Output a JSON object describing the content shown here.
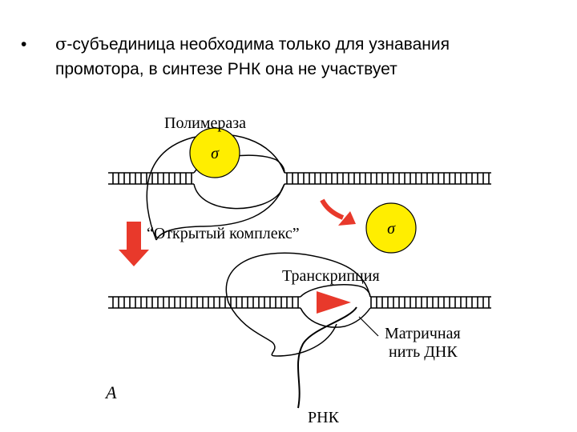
{
  "slide": {
    "bullet_symbol": "•",
    "bullet_line1_sigma": "σ",
    "bullet_line1_rest": "-субъединица необходима только для узнавания",
    "bullet_line2": "промотора, в синтезе РНК она не участвует"
  },
  "diagram": {
    "label_polymerase": "Полимераза",
    "sigma_symbol": "σ",
    "label_open_complex": "“Открытый комплекс”",
    "label_transcription": "Транскрипция",
    "label_template_strand_line1": "Матричная",
    "label_template_strand_line2": "нить ДНК",
    "label_rna": "РНК",
    "panel_letter": "А",
    "colors": {
      "sigma_fill": "#ffee00",
      "arrow_red": "#e8392b",
      "dna_stroke": "#000000"
    }
  }
}
